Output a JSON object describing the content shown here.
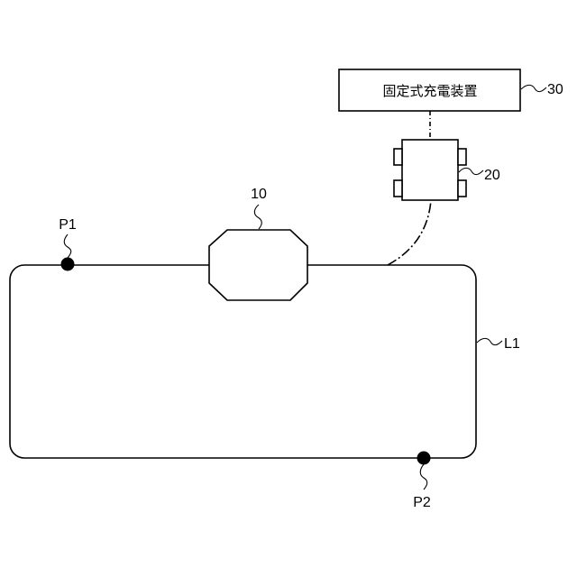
{
  "labels": {
    "charger_box_text": "固定式充電装置",
    "charger_ref": "30",
    "robot_ref": "20",
    "vehicle_ref": "10",
    "loop_ref": "L1",
    "point1": "P1",
    "point2": "P2"
  },
  "colors": {
    "line": "#000000",
    "background": "#ffffff"
  }
}
